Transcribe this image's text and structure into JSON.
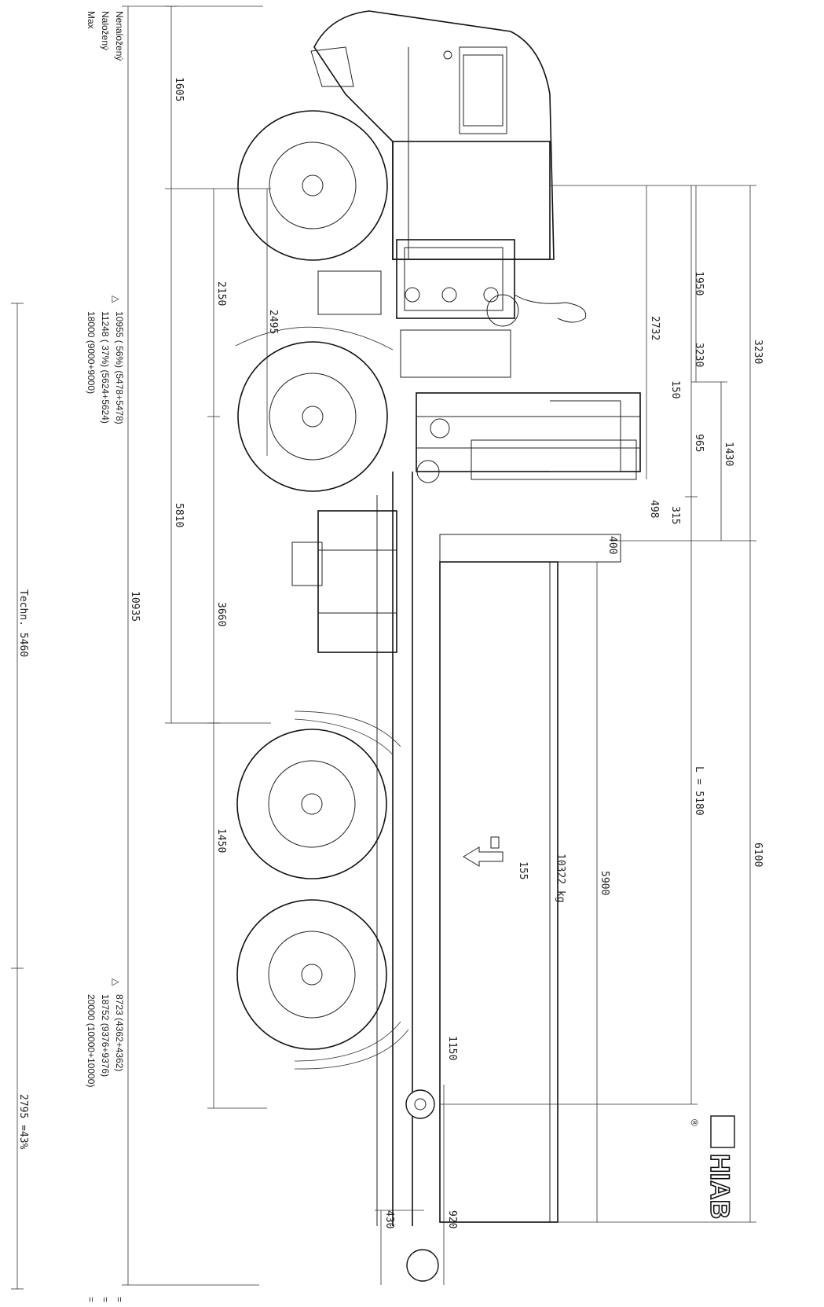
{
  "legend": {
    "unladen": "Nenaložený",
    "laden": "Naložený",
    "max": "Max"
  },
  "front_axle": {
    "symbol": "△",
    "unladen": "10955 ( 56%) (5478+5478)",
    "laden": "11248 ( 37%) (5624+5624)",
    "max": "18000 (9000+9000)"
  },
  "rear_axle": {
    "symbol": "△",
    "unladen": "8723 (4362+4362)",
    "laden": "18752 (9376+9376)",
    "max": "20000 (10000+10000)"
  },
  "lower_dims": {
    "techn": "Techn. 5460",
    "rear_pct": "2795 =43%"
  },
  "wheelbase_dims": {
    "d1605": "1605",
    "d2150": "2150",
    "d2495": "2495",
    "d5810": "5810",
    "d3660": "3660",
    "d1450": "1450",
    "d10935": "10935",
    "d430": "430",
    "d1150": "1150",
    "d920": "920"
  },
  "upper_dims": {
    "d3230a": "3230",
    "d1950": "1950",
    "d3230b": "3230",
    "d2732": "2732",
    "d150": "150",
    "d965": "965",
    "d1430": "1430",
    "d498": "498",
    "d315": "315",
    "d400": "400",
    "d6100": "6100",
    "d5900": "5900",
    "L": "L = 5180",
    "load": "10322 kg",
    "d155": "155"
  },
  "brand": {
    "name": "HIAB",
    "reg": "®"
  },
  "footer_marks": [
    "=",
    "=",
    "="
  ]
}
